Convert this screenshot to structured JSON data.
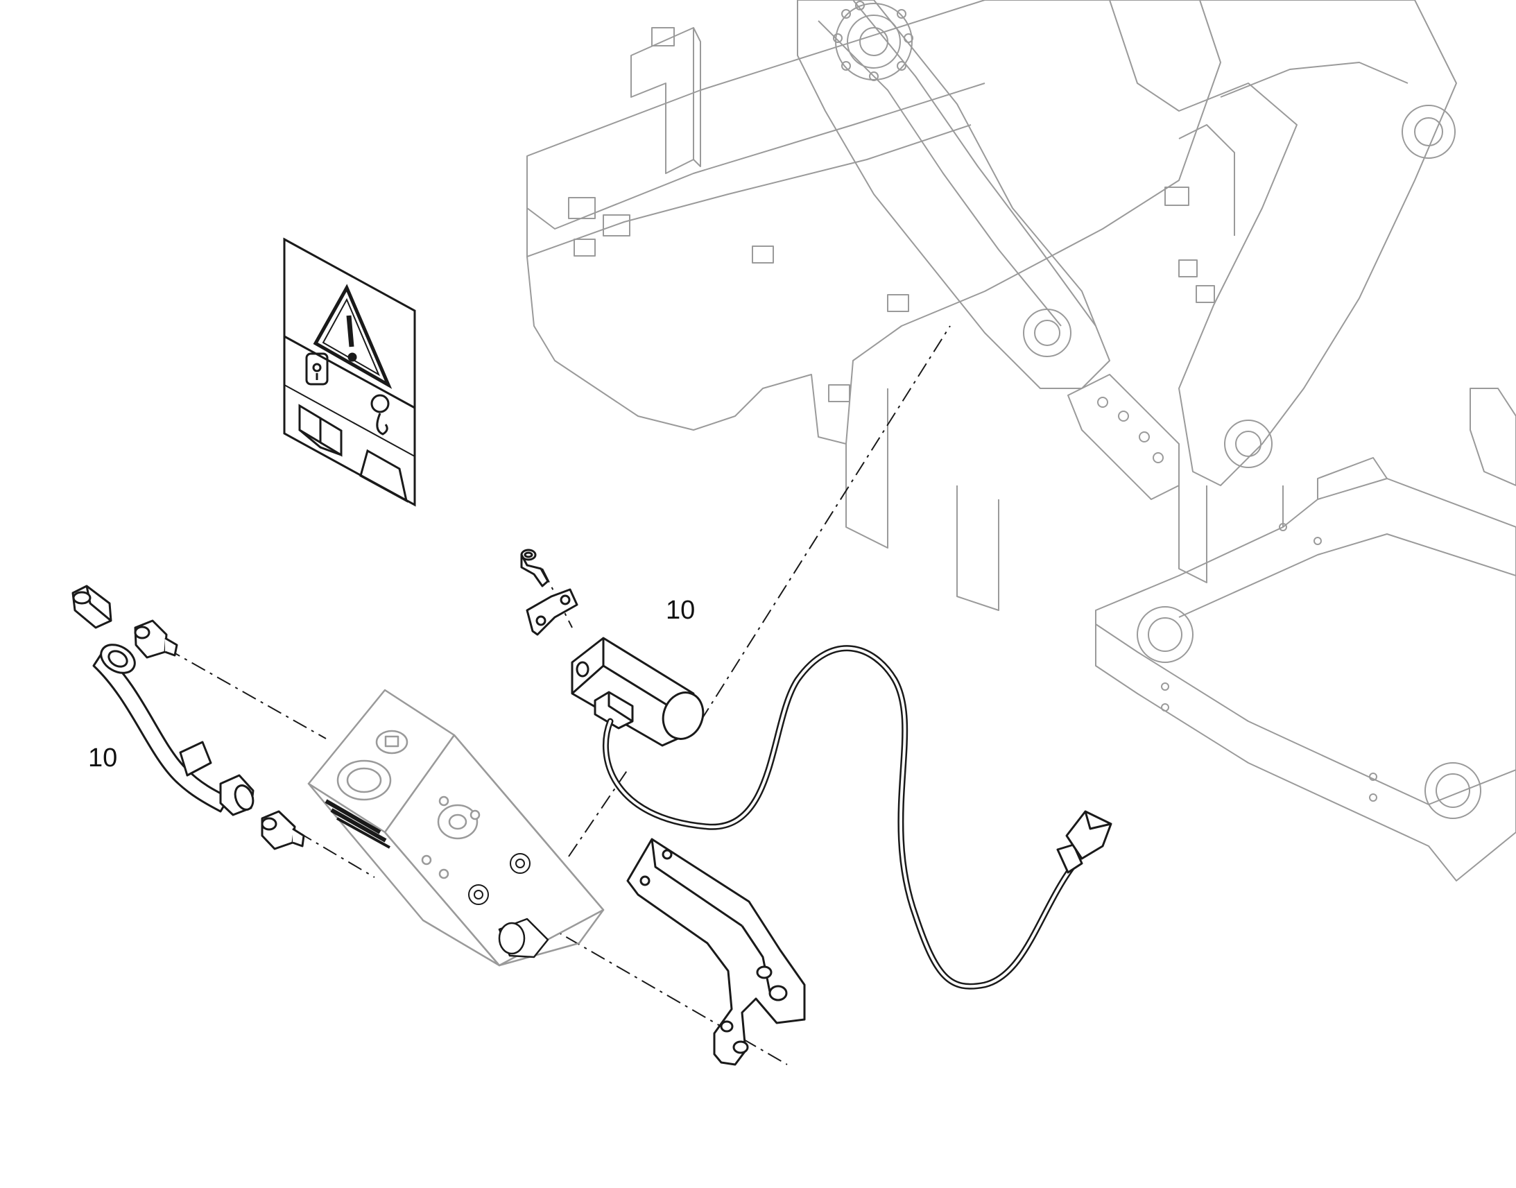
{
  "diagram": {
    "colors": {
      "background": "#ffffff",
      "ghost_line": "#9a9a9a",
      "part_line": "#1a1a1a",
      "part_fill": "#ffffff",
      "dash_line": "#1a1a1a"
    },
    "callouts": [
      {
        "id": "callout-hose-assembly",
        "label": "10"
      },
      {
        "id": "callout-sensor-assembly",
        "label": "10"
      }
    ],
    "warning_decal": {
      "icons": [
        "warning-triangle-icon",
        "manual-book-icon",
        "reservoir-gauge-icon",
        "lifting-hook-icon"
      ]
    }
  }
}
